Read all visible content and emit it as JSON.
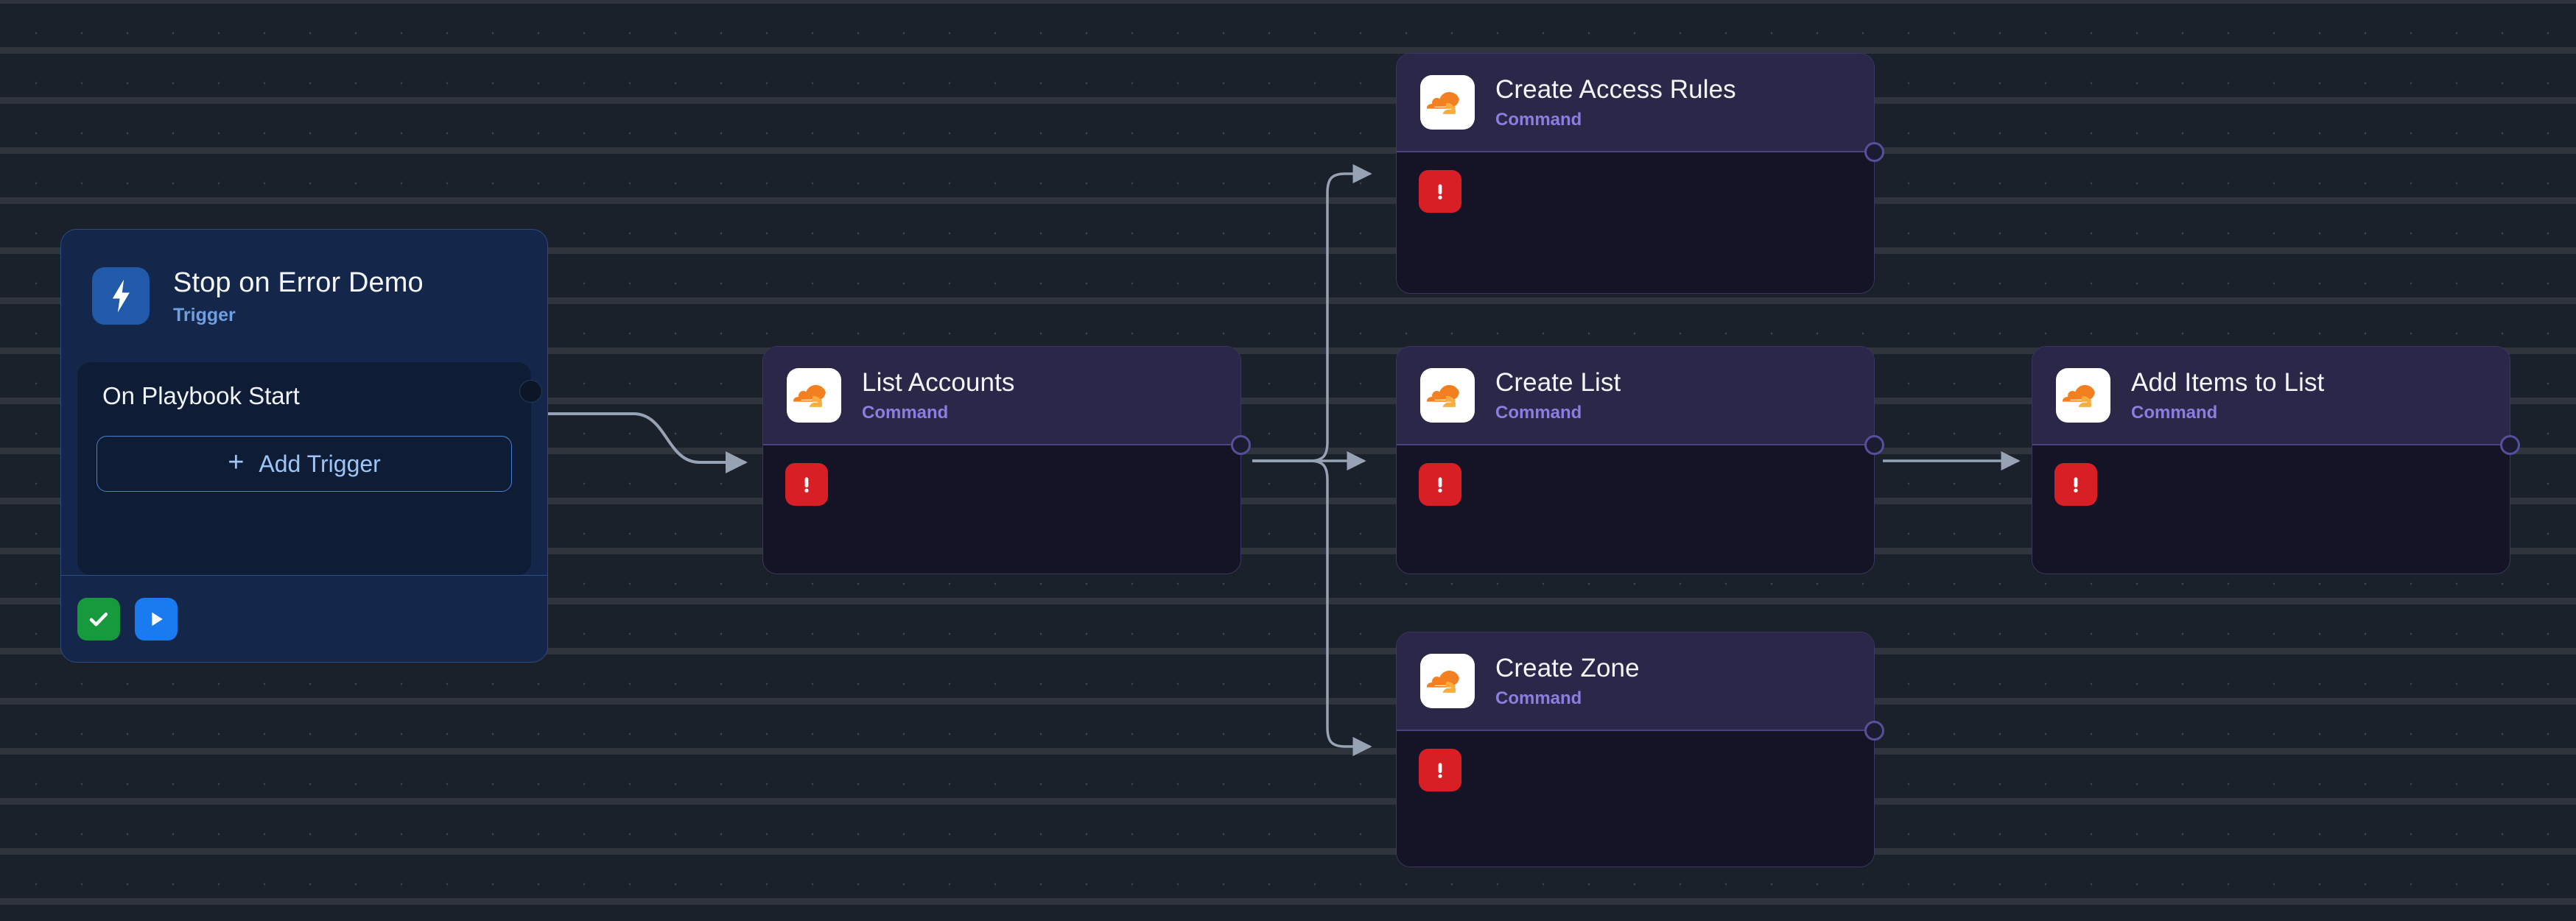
{
  "canvas": {
    "background_color": "#1b212b",
    "grid": "dot-grid"
  },
  "trigger_node": {
    "title": "Stop on Error Demo",
    "subtitle": "Trigger",
    "icon": "lightning-bolt-icon",
    "icon_tile_color": "#215aa8",
    "body_label": "On Playbook Start",
    "add_trigger_label": "Add Trigger",
    "add_trigger_plus": "+",
    "footer_buttons": [
      {
        "name": "validate-button",
        "icon": "checkmark-icon",
        "color": "#17993d"
      },
      {
        "name": "run-button",
        "icon": "play-icon",
        "color": "#1a7af0"
      }
    ]
  },
  "command_nodes": [
    {
      "id": "list-accounts",
      "title": "List Accounts",
      "subtitle": "Command",
      "icon": "cloudflare-logo-icon",
      "status_icon": "error-exclamation-icon",
      "status_color": "#d81f26"
    },
    {
      "id": "create-access-rules",
      "title": "Create Access Rules",
      "subtitle": "Command",
      "icon": "cloudflare-logo-icon",
      "status_icon": "error-exclamation-icon",
      "status_color": "#d81f26"
    },
    {
      "id": "create-list",
      "title": "Create List",
      "subtitle": "Command",
      "icon": "cloudflare-logo-icon",
      "status_icon": "error-exclamation-icon",
      "status_color": "#d81f26"
    },
    {
      "id": "create-zone",
      "title": "Create Zone",
      "subtitle": "Command",
      "icon": "cloudflare-logo-icon",
      "status_icon": "error-exclamation-icon",
      "status_color": "#d81f26"
    },
    {
      "id": "add-items-to-list",
      "title": "Add Items to List",
      "subtitle": "Command",
      "icon": "cloudflare-logo-icon",
      "status_icon": "error-exclamation-icon",
      "status_color": "#d81f26"
    }
  ],
  "edges": [
    {
      "from": "on-playbook-start",
      "to": "list-accounts"
    },
    {
      "from": "list-accounts",
      "to": "create-access-rules"
    },
    {
      "from": "list-accounts",
      "to": "create-list"
    },
    {
      "from": "list-accounts",
      "to": "create-zone"
    },
    {
      "from": "create-list",
      "to": "add-items-to-list"
    }
  ],
  "colors": {
    "edge": "#97a3b4",
    "command_header": "#2a2748",
    "command_subtitle": "#8a7ee0",
    "trigger_card": "#14264a",
    "trigger_subtitle": "#6f9fe0",
    "cloudflare_orange": "#f38020",
    "cloudflare_amber": "#faad3f"
  }
}
